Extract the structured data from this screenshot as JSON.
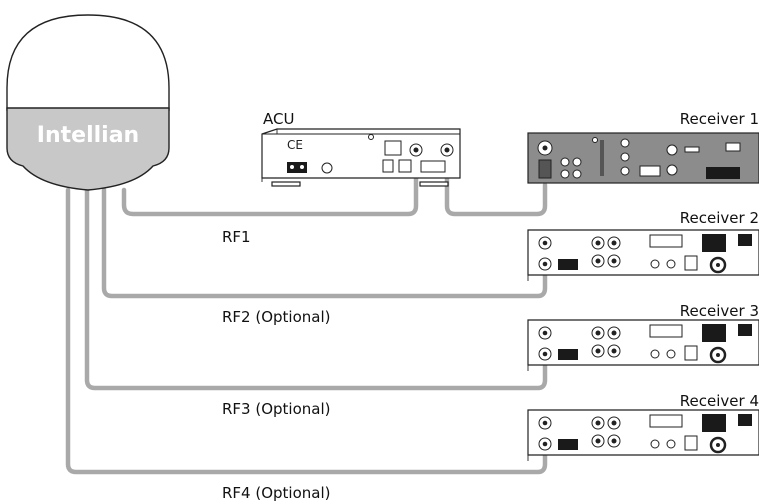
{
  "antenna": {
    "brand": "Intellian"
  },
  "acu": {
    "label": "ACU"
  },
  "receivers": [
    {
      "label": "Receiver 1"
    },
    {
      "label": "Receiver 2"
    },
    {
      "label": "Receiver 3"
    },
    {
      "label": "Receiver 4"
    }
  ],
  "cables": [
    {
      "label": "RF1"
    },
    {
      "label": "RF2 (Optional)"
    },
    {
      "label": "RF3 (Optional)"
    },
    {
      "label": "RF4 (Optional)"
    }
  ],
  "colors": {
    "cable": "#a9a9a9",
    "antenna_base": "#c8c8c8",
    "brand_text": "#ffffff",
    "receiver1_body": "#8c8c8c"
  }
}
